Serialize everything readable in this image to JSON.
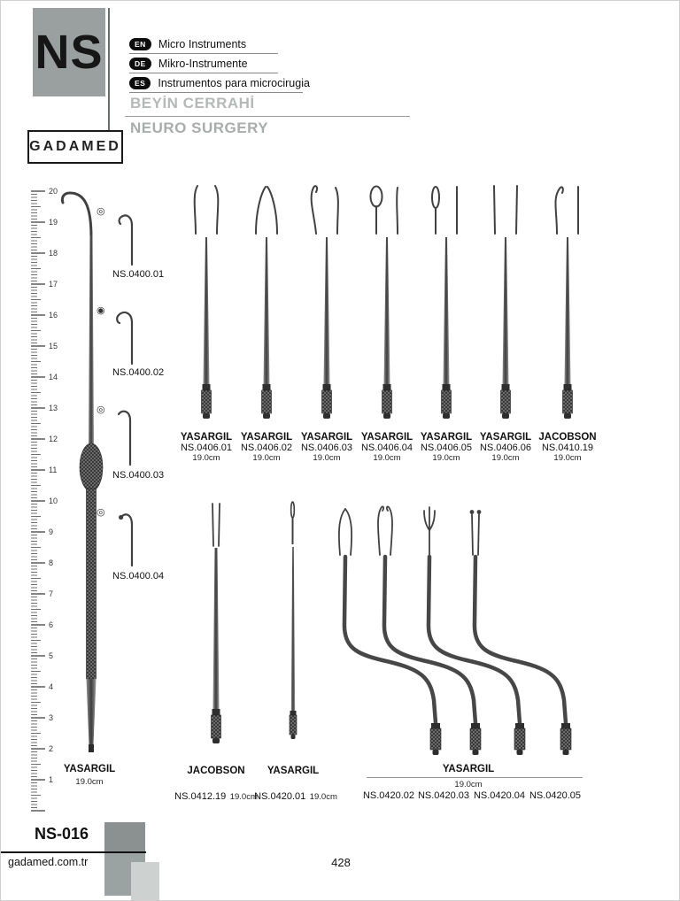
{
  "page": {
    "code": "NS",
    "number": "428",
    "footer_code": "NS-016",
    "website": "gadamed.com.tr",
    "logo": "GADAMED"
  },
  "header": {
    "languages": [
      {
        "tag": "EN",
        "text": "Micro Instruments"
      },
      {
        "tag": "DE",
        "text": "Mikro-Instrumente"
      },
      {
        "tag": "ES",
        "text": "Instrumentos para microcirugia"
      }
    ],
    "category_tr": "BEYİN CERRAHİ",
    "category_en": "NEURO SURGERY"
  },
  "colors": {
    "ns_box_gray": "#9aa09f",
    "category_text_gray": "#b4b9b8",
    "footer_gray_dark": "#8b9190",
    "footer_gray_mid": "#9aa3a2",
    "footer_gray_light": "#cdd2d1"
  },
  "ruler": {
    "max_cm": 20
  },
  "scale_instrument": {
    "name": "YASARGIL",
    "size": "19.0cm"
  },
  "tip_variants": [
    {
      "code": "NS.0400.01"
    },
    {
      "code": "NS.0400.02"
    },
    {
      "code": "NS.0400.03"
    },
    {
      "code": "NS.0400.04"
    }
  ],
  "top_row": [
    {
      "name": "YASARGIL",
      "code": "NS.0406.01",
      "size": "19.0cm"
    },
    {
      "name": "YASARGIL",
      "code": "NS.0406.02",
      "size": "19.0cm"
    },
    {
      "name": "YASARGIL",
      "code": "NS.0406.03",
      "size": "19.0cm"
    },
    {
      "name": "YASARGIL",
      "code": "NS.0406.04",
      "size": "19.0cm"
    },
    {
      "name": "YASARGIL",
      "code": "NS.0406.05",
      "size": "19.0cm"
    },
    {
      "name": "YASARGIL",
      "code": "NS.0406.06",
      "size": "19.0cm"
    },
    {
      "name": "JACOBSON",
      "code": "NS.0410.19",
      "size": "19.0cm"
    }
  ],
  "bottom_row": {
    "jacobson": {
      "name": "JACOBSON",
      "code": "NS.0412.19",
      "size": "19.0cm"
    },
    "yasargil_single": {
      "name": "YASARGIL",
      "code": "NS.0420.01",
      "size": "19.0cm"
    },
    "yasargil_group": {
      "name": "YASARGIL",
      "size": "19.0cm",
      "codes": [
        "NS.0420.02",
        "NS.0420.03",
        "NS.0420.04",
        "NS.0420.05"
      ]
    }
  }
}
